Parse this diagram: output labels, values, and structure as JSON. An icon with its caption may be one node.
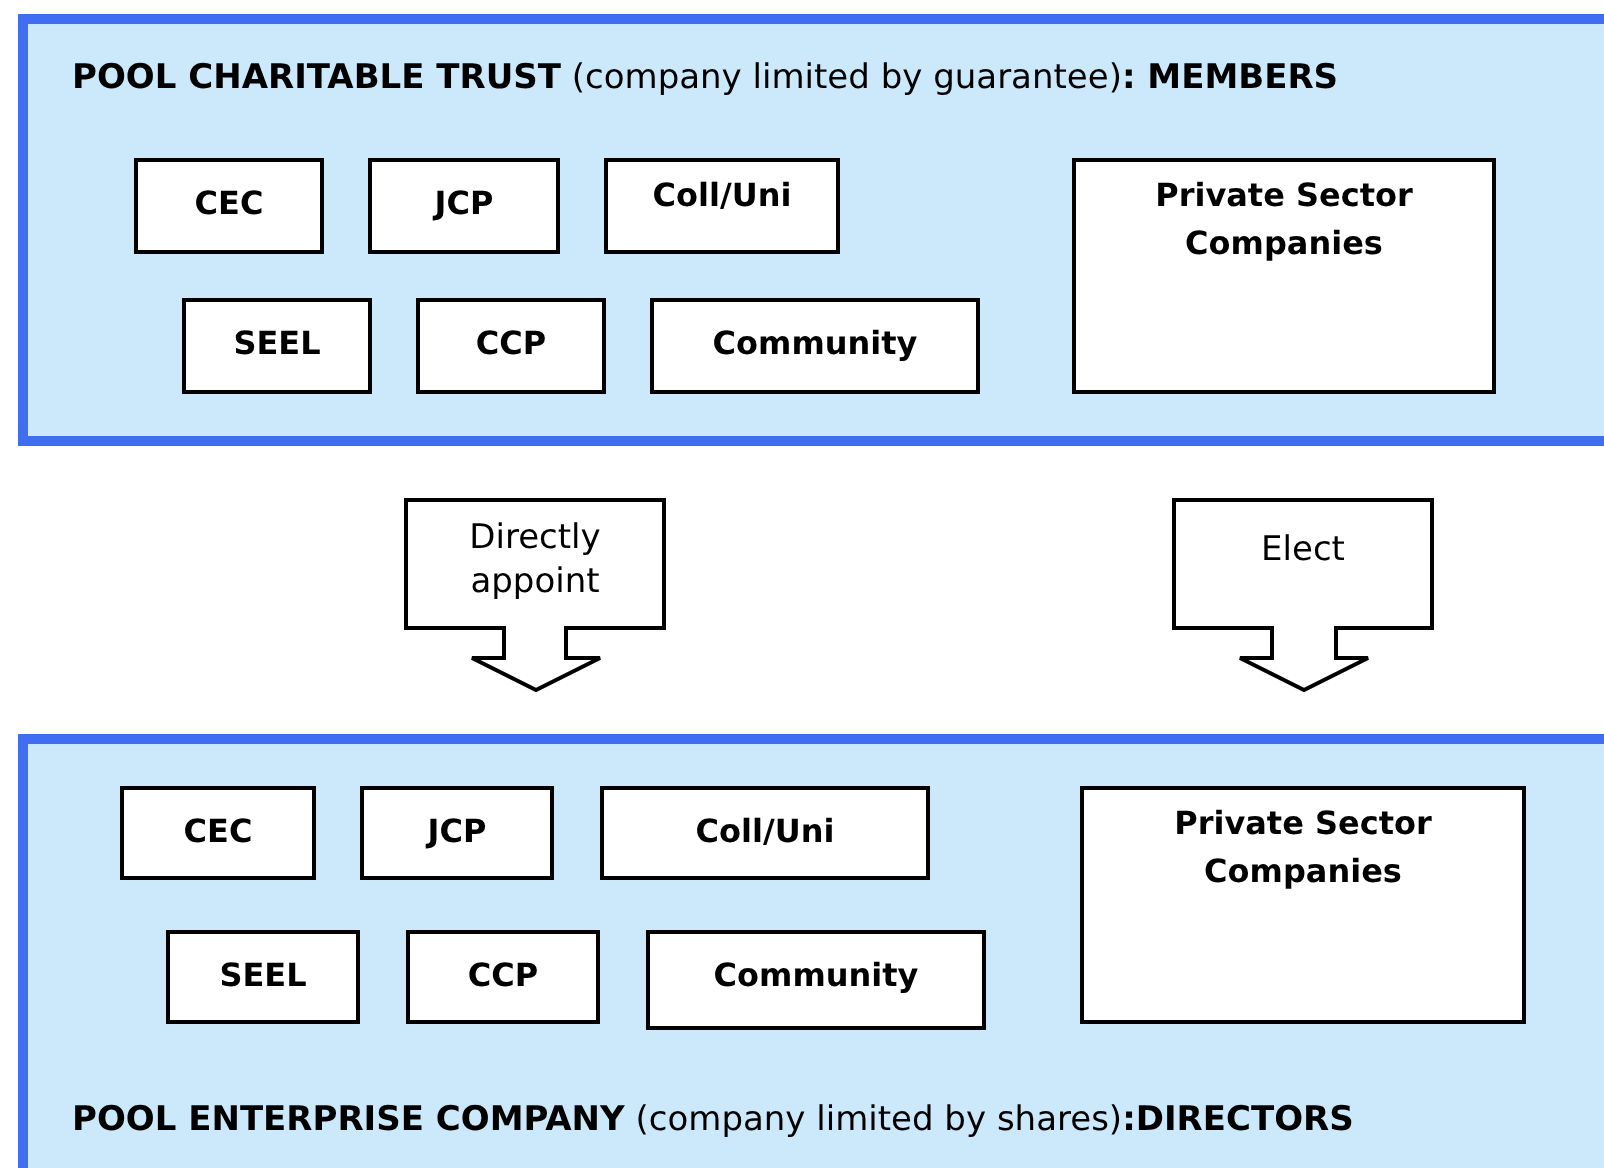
{
  "diagram": {
    "nodes": [
      {
        "text": [
          "**POOL CHARITABLE TRUST** (company limited by guarantee)**: MEMBERS**"
        ]
      },
      {
        "text": [
          "CEC"
        ],
        "in": 0
      },
      {
        "text": [
          "JCP"
        ],
        "in": 0
      },
      {
        "text": [
          "Coll/Uni"
        ],
        "in": 0
      },
      {
        "text": [
          "SEEL"
        ],
        "in": 0
      },
      {
        "text": [
          "CCP"
        ],
        "in": 0
      },
      {
        "text": [
          "Community"
        ],
        "in": 0
      },
      {
        "text": [
          "Private Sector Companies"
        ],
        "in": 0
      },
      {
        "text": [
          "Directly appoint"
        ]
      },
      {
        "text": [
          "Elect"
        ]
      },
      {
        "text": [
          "**POOL ENTERPRISE COMPANY** (company limited by shares)**:DIRECTORS**"
        ]
      },
      {
        "text": [
          "CEC"
        ],
        "in": 10
      },
      {
        "text": [
          "JCP"
        ],
        "in": 10
      },
      {
        "text": [
          "Coll/Uni"
        ],
        "in": 10
      },
      {
        "text": [
          "SEEL"
        ],
        "in": 10
      },
      {
        "text": [
          "CCP"
        ],
        "in": 10
      },
      {
        "text": [
          "Community"
        ],
        "in": 10
      },
      {
        "text": [
          "Private Sector Companies"
        ],
        "in": 10
      }
    ]
  }
}
